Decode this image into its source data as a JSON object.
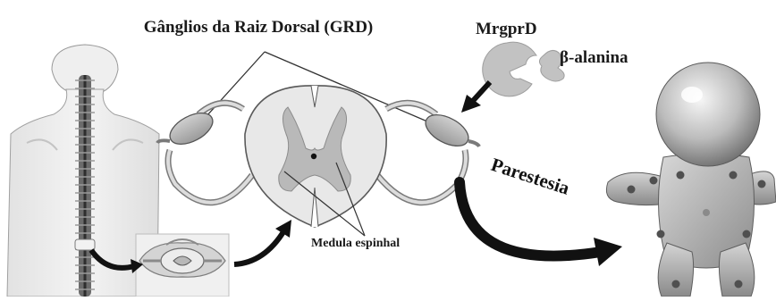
{
  "labels": {
    "title": "Gânglios da Raiz Dorsal (GRD)",
    "receptor": "MrgprD",
    "ligand": "β-alanina",
    "spinal_cord": "Medula espinhal",
    "sensation": "Parestesia"
  },
  "colors": {
    "tissue_light": "#d9d9d9",
    "tissue_mid": "#bdbdbd",
    "tissue_dark": "#8a8a8a",
    "outline": "#3a3a3a",
    "arrow": "#111111",
    "figure_light": "#e6e6e6",
    "figure_dark": "#6e6e6e"
  },
  "icons": {
    "back_anatomy": "human-back-spine-icon",
    "vertebra": "vertebra-cross-section-icon",
    "spinal_cord": "spinal-cord-cross-section-icon",
    "receptor": "mrgprd-receptor-icon",
    "ligand": "beta-alanine-molecule-icon",
    "figure": "tingling-figure-icon"
  }
}
